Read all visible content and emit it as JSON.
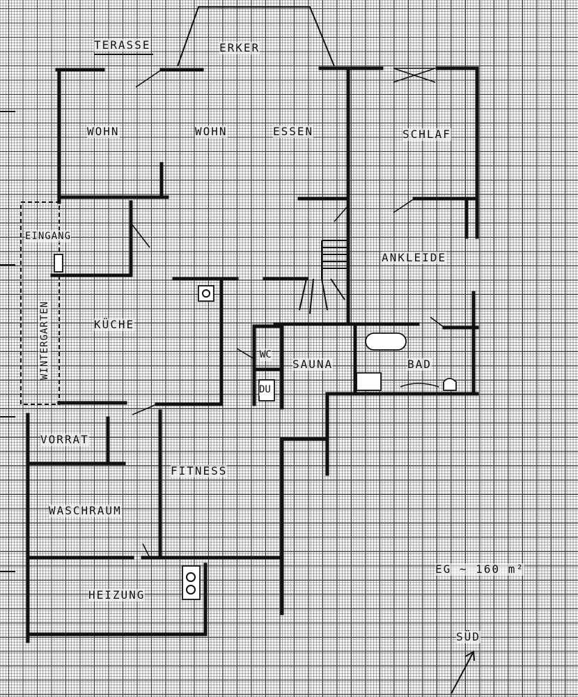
{
  "rooms": {
    "terasse": "TERASSE",
    "erker": "ERKER",
    "wohn1": "WOHN",
    "wohn2": "WOHN",
    "essen": "ESSEN",
    "schlaf": "SCHLAF",
    "eingang": "EINGANG",
    "ankleide": "ANKLEIDE",
    "wintergarten": "WINTERGARTEN",
    "kueche": "KÜCHE",
    "wc": "WC",
    "sauna": "SAUNA",
    "bad": "BAD",
    "du": "DU",
    "vorrat": "VORRAT",
    "fitness": "FITNESS",
    "waschraum": "WASCHRAUM",
    "heizung": "HEIZUNG"
  },
  "area_note": "EG ~ 160 m²",
  "compass": "SÜD"
}
